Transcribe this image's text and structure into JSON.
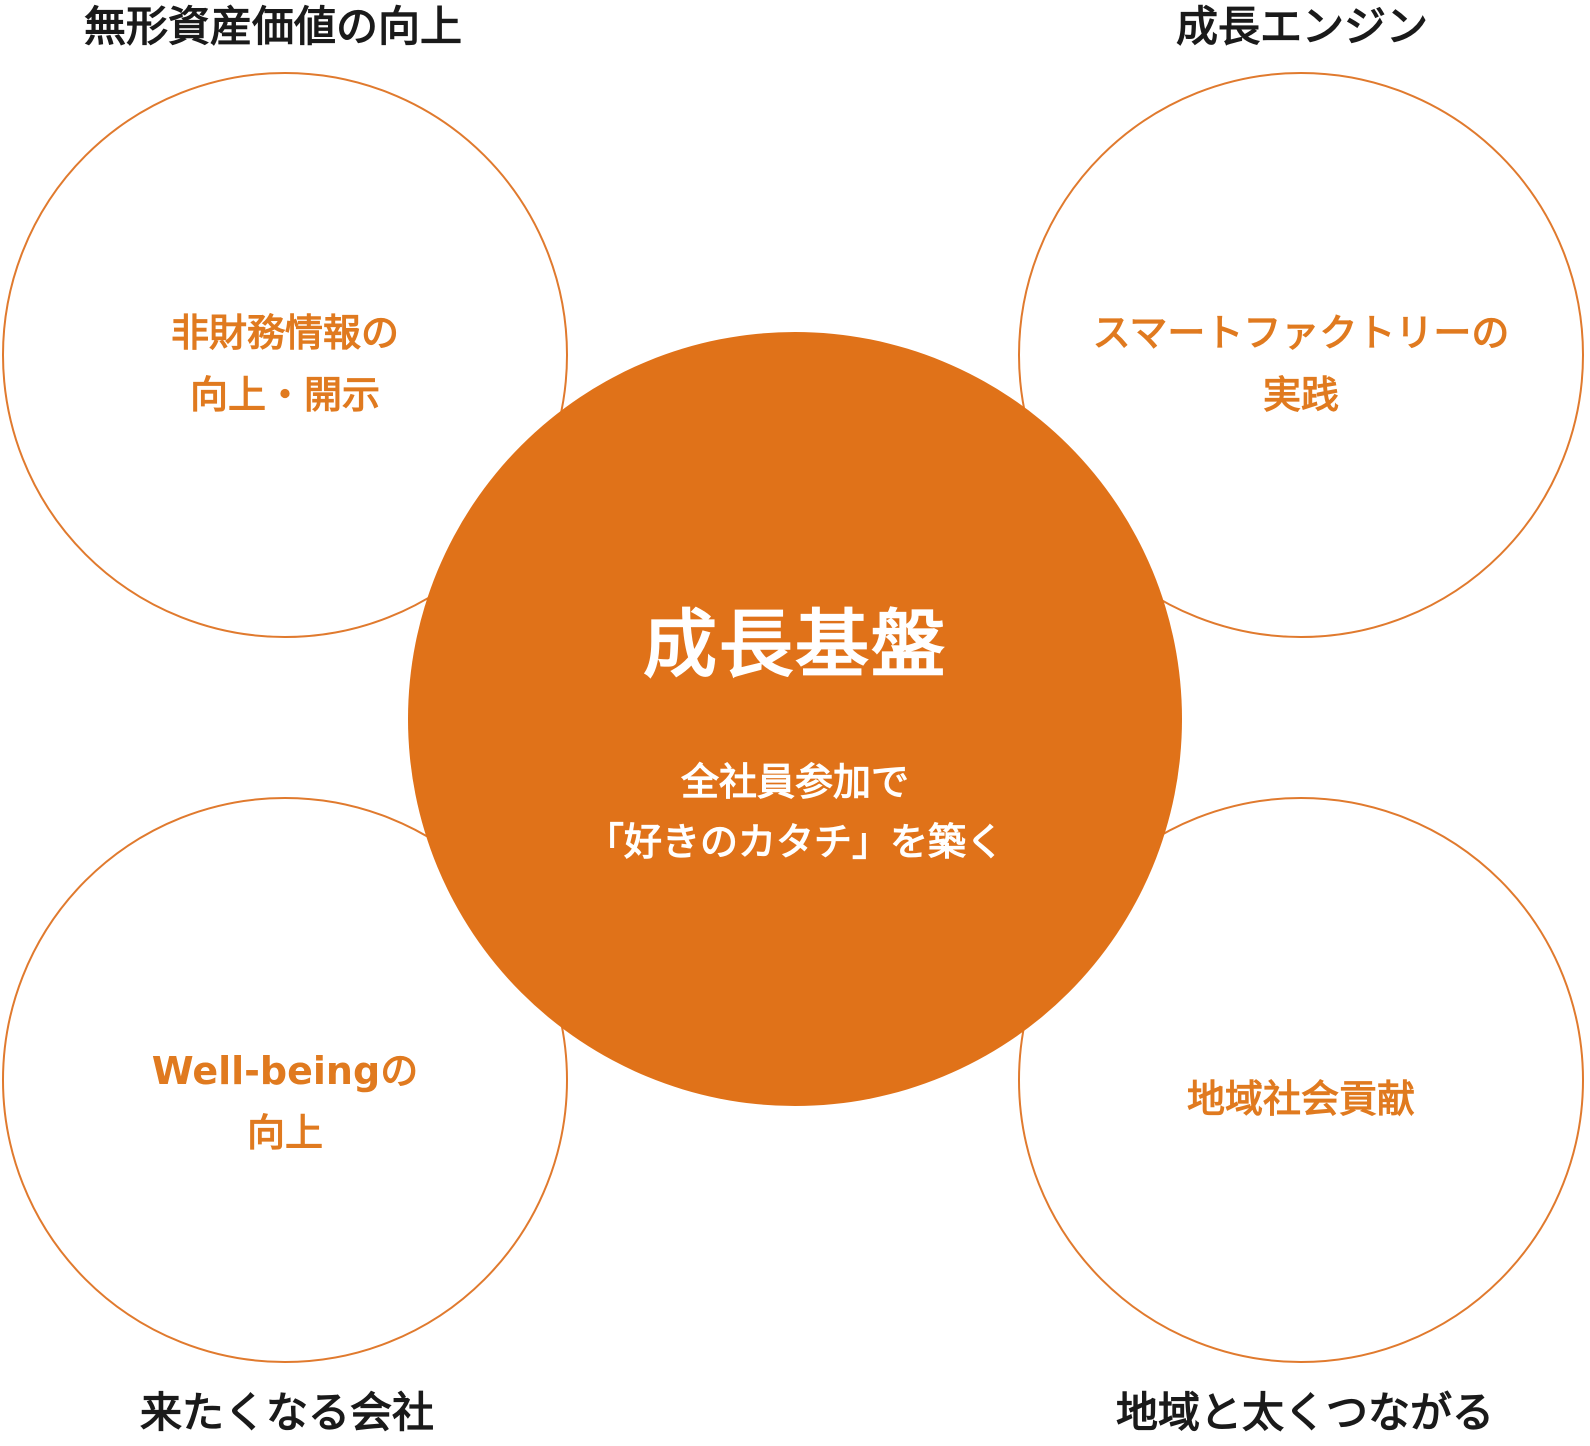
{
  "diagram": {
    "center": {
      "title": "成長基盤",
      "subtitle_lines": [
        "全社員参加で",
        "「好きのカタチ」を築く"
      ]
    },
    "nodes": [
      {
        "position": "top-left",
        "category": "無形資産価値の向上",
        "lines": [
          "非財務情報の",
          "向上・開示"
        ]
      },
      {
        "position": "top-right",
        "category": "成長エンジン",
        "lines": [
          "スマートファクトリーの",
          "実践"
        ]
      },
      {
        "position": "bottom-left",
        "category": "来たくなる会社",
        "lines": [
          "Well-beingの",
          "向上"
        ]
      },
      {
        "position": "bottom-right",
        "category": "地域と太くつながる",
        "lines": [
          "地域社会貢献"
        ]
      }
    ],
    "colors": {
      "accent": "#e07219",
      "outline": "#e07a2e",
      "node_text": "#e07a1f",
      "label_text": "#1a1a1a",
      "background": "#ffffff"
    }
  }
}
